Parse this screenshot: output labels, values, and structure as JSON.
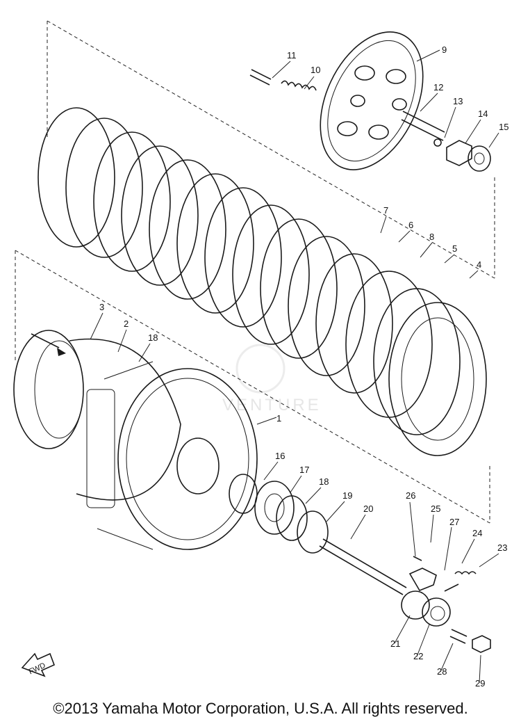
{
  "diagram": {
    "copyright": "©2013 Yamaha Motor Corporation, U.S.A. All rights reserved.",
    "watermark": "VENTURE",
    "fwd_label": "FWD",
    "callouts": [
      "1",
      "2",
      "3",
      "4",
      "5",
      "6",
      "7",
      "8",
      "9",
      "10",
      "11",
      "12",
      "13",
      "14",
      "15",
      "16",
      "17",
      "18",
      "18",
      "19",
      "20",
      "21",
      "22",
      "23",
      "24",
      "25",
      "26",
      "27",
      "28",
      "29"
    ]
  }
}
